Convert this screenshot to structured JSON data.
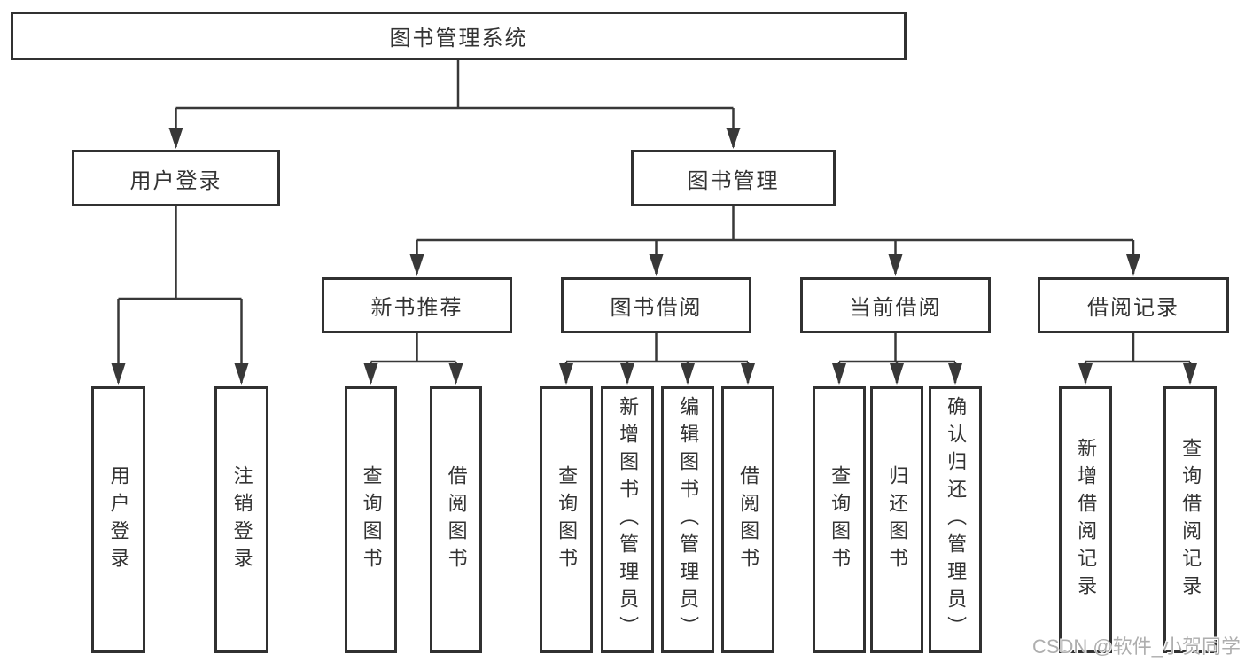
{
  "diagram": {
    "root": {
      "label": "图书管理系统"
    },
    "branches": [
      {
        "label": "用户登录",
        "children": [
          {
            "label": "用户登录"
          },
          {
            "label": "注销登录"
          }
        ]
      },
      {
        "label": "图书管理",
        "groups": [
          {
            "label": "新书推荐",
            "children": [
              {
                "label": "查询图书"
              },
              {
                "label": "借阅图书"
              }
            ]
          },
          {
            "label": "图书借阅",
            "children": [
              {
                "label": "查询图书"
              },
              {
                "label": "新增图书（管理员）"
              },
              {
                "label": "编辑图书（管理员）"
              },
              {
                "label": "借阅图书"
              }
            ]
          },
          {
            "label": "当前借阅",
            "children": [
              {
                "label": "查询图书"
              },
              {
                "label": "归还图书"
              },
              {
                "label": "确认归还（管理员）"
              }
            ]
          },
          {
            "label": "借阅记录",
            "children": [
              {
                "label": "新增借阅记录"
              },
              {
                "label": "查询借阅记录"
              }
            ]
          }
        ]
      }
    ],
    "watermark": "CSDN @软件_小贺同学",
    "colors": {
      "line": "#383838",
      "box_border": "#313131",
      "text": "#333333",
      "background": "#ffffff",
      "watermark": "#aeaeae"
    }
  }
}
